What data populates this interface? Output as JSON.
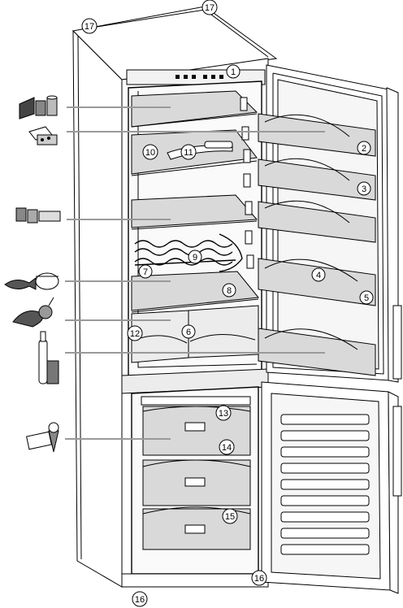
{
  "callouts": [
    {
      "id": "c1",
      "label": "1"
    },
    {
      "id": "c2",
      "label": "2"
    },
    {
      "id": "c3",
      "label": "3"
    },
    {
      "id": "c4",
      "label": "4"
    },
    {
      "id": "c5",
      "label": "5"
    },
    {
      "id": "c6",
      "label": "6"
    },
    {
      "id": "c7",
      "label": "7"
    },
    {
      "id": "c8",
      "label": "8"
    },
    {
      "id": "c9",
      "label": "9"
    },
    {
      "id": "c10",
      "label": "10"
    },
    {
      "id": "c11",
      "label": "11"
    },
    {
      "id": "c12",
      "label": "12"
    },
    {
      "id": "c13",
      "label": "13"
    },
    {
      "id": "c14",
      "label": "14"
    },
    {
      "id": "c15",
      "label": "15"
    },
    {
      "id": "c16a",
      "label": "16"
    },
    {
      "id": "c16b",
      "label": "16"
    },
    {
      "id": "c17a",
      "label": "17"
    },
    {
      "id": "c17b",
      "label": "17"
    }
  ],
  "food_icons": [
    "cake-and-cans-icon",
    "cheese-icon",
    "jars-and-butter-icon",
    "fish-and-pot-icon",
    "vegetables-icon",
    "bottle-and-can-icon",
    "ice-cream-icon"
  ]
}
